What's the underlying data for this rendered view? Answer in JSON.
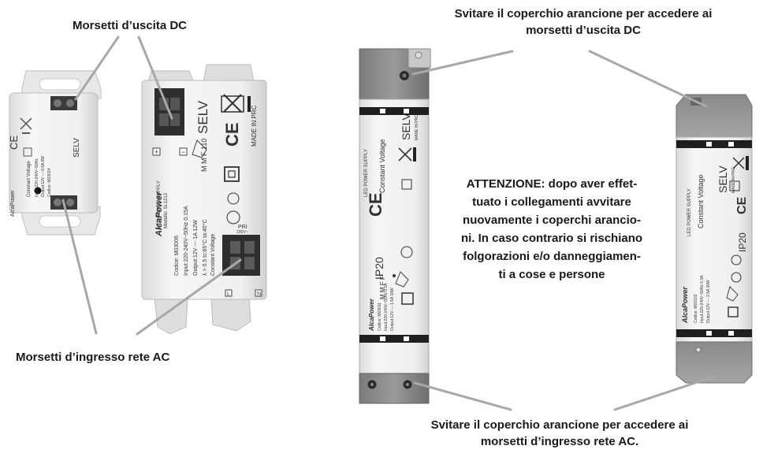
{
  "captions": {
    "dc_output_left": "Morsetti d’uscita DC",
    "ac_input_left": "Morsetti d’ingresso rete AC",
    "top_right_line1": "Svitare il coperchio arancione per accedere ai",
    "top_right_line2": "morsetti d’uscita DC",
    "bottom_right_line1": "Svitare il coperchio arancione per accedere ai",
    "bottom_right_line2": "morsetti d’ingresso rete AC."
  },
  "warning": {
    "lines": [
      "ATTENZIONE: dopo aver effet-",
      "tuato i collegamenti avvitare",
      "nuovamente i coperchi arancio-",
      "ni. In caso contrario si rischiano",
      "folgorazioni e/o danneggiamen-",
      "ti a cose e persone"
    ]
  },
  "device_labels": {
    "selv": "SELV",
    "made_in": "MADE IN PRC",
    "brand": "AlcaPower",
    "led_power_supply": "LED POWER SUPPLY",
    "constant_voltage": "Constant Voltage",
    "ip20": "IP20",
    "codice_center": "Codice: M03006",
    "input_center": "Input:220-240V~50Hz 0.15A",
    "output_center": "Output:12V --- 1A 12W",
    "temp_center": "λ > 0.5   tc:65°C   ta:40°C",
    "model_center": "Modello: SL1212",
    "pri": "PRI",
    "pri_voltage": "230V~",
    "l_mark": "L",
    "n_mark": "N",
    "plus": "+",
    "minus": "−",
    "codice_mid": "Codice: M03011",
    "input_mid": "Input:220-240V~50Hz 0.2A",
    "output_mid": "Output:12V --- 1.5A 18W",
    "codice_right": "Codice: M03103",
    "input_right": "Input:220-240V~50Hz 0.3A",
    "output_right": "Output:12V --- 2.5A 30W"
  }
}
